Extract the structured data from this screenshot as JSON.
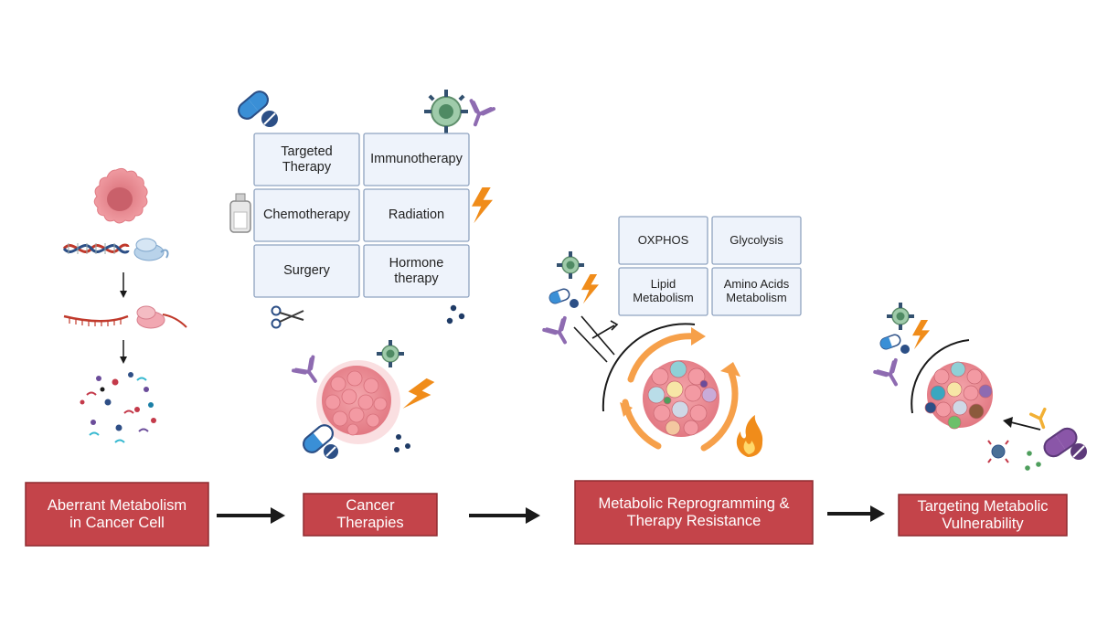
{
  "stages": [
    {
      "label": "Aberrant Metabolism\nin Cancer Cell",
      "color": "#c4444a"
    },
    {
      "label": "Cancer\nTherapies",
      "color": "#c4444a"
    },
    {
      "label": "Metabolic Reprogramming &\nTherapy Resistance",
      "color": "#c4444a"
    },
    {
      "label": "Targeting Metabolic\nVulnerability",
      "color": "#c4444a"
    }
  ],
  "therapies": [
    "Targeted\nTherapy",
    "Immunotherapy",
    "Chemotherapy",
    "Radiation",
    "Surgery",
    "Hormone\ntherapy"
  ],
  "metabolism": [
    "OXPHOS",
    "Glycolysis",
    "Lipid\nMetabolism",
    "Amino Acids\nMetabolism"
  ],
  "colors": {
    "box_fill": "#eef3fb",
    "box_border": "#8fa3c0",
    "stage_border": "#8e2b30",
    "arrow": "#1a1a1a",
    "tumor": "#e9868e",
    "lightning": "#f08c1a",
    "cycle_orange": "#f6a04a",
    "pill_blue": "#3a8fd6",
    "pill_purple": "#8a56a8",
    "antibody": "#8e6bb1",
    "t_cell": "#7bb58a"
  },
  "icons": [
    "cancer-cell-icon",
    "dna-icon",
    "mrna-icon",
    "ribosome-icon",
    "metabolites-icon",
    "pill-icon",
    "immune-cell-icon",
    "antibody-icon",
    "iv-bag-icon",
    "lightning-icon",
    "scissors-icon",
    "tumor-icon",
    "flame-icon",
    "cycle-arrows-icon"
  ]
}
